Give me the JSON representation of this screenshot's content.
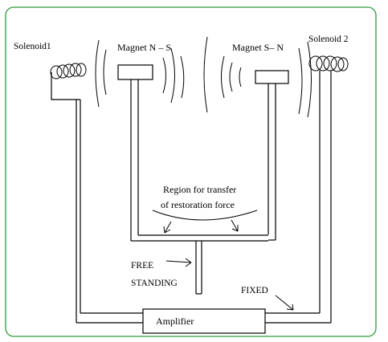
{
  "labels": {
    "solenoid_left": "Solenoid1",
    "solenoid_right": "Solenoid 2",
    "magnet_left": "Magnet N – S",
    "magnet_right": "Magnet S– N",
    "region_line1": "Region for transfer",
    "region_line2": "of restoration force",
    "free_line1": "FREE",
    "free_line2": "STANDING",
    "fixed": "FIXED",
    "amplifier": "Amplifier"
  },
  "colors": {
    "border": "#2e9a3a",
    "stroke": "#000000",
    "background": "#ffffff"
  }
}
